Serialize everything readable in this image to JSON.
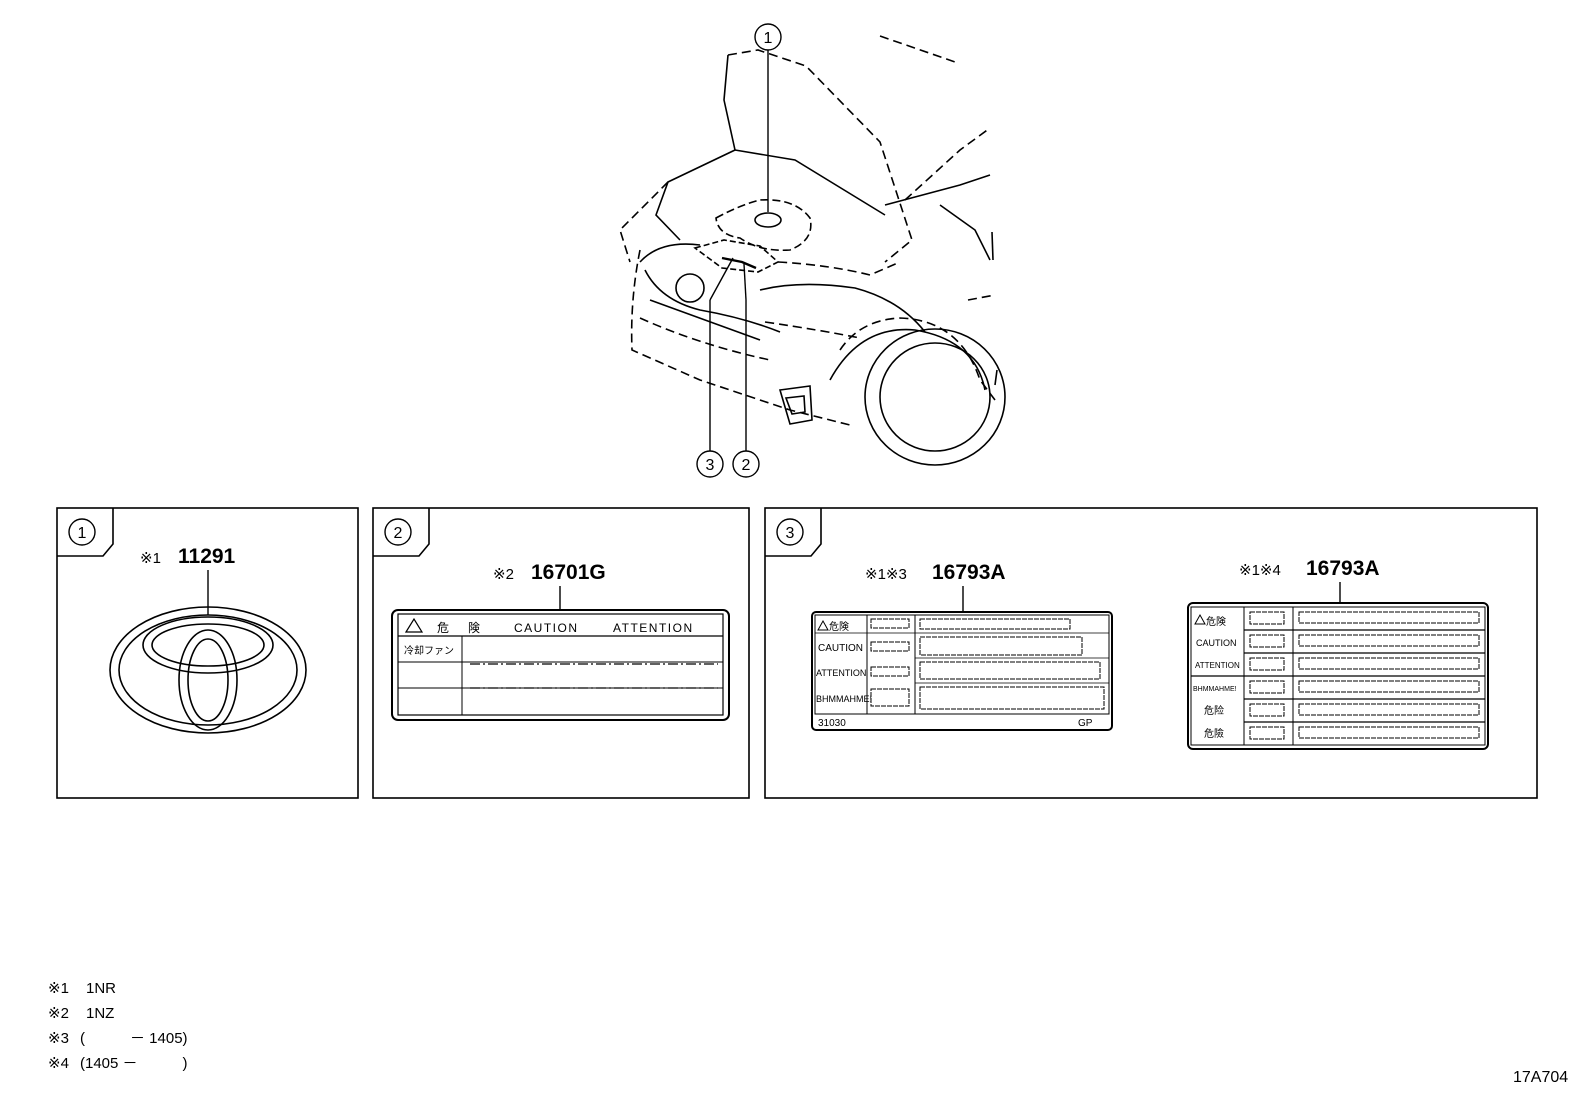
{
  "diagram_code": "17A704",
  "callouts": [
    "1",
    "2",
    "3"
  ],
  "panels": [
    {
      "index": "1",
      "parts": [
        {
          "mark": "※1",
          "number": "11291"
        }
      ]
    },
    {
      "index": "2",
      "parts": [
        {
          "mark": "※2",
          "number": "16701G"
        }
      ],
      "label": {
        "header": [
          "危",
          "険",
          "CAUTION",
          "ATTENTION"
        ],
        "row1": "冷却ファン"
      }
    },
    {
      "index": "3",
      "parts": [
        {
          "mark": "※1※3",
          "number": "16793A"
        },
        {
          "mark": "※1※4",
          "number": "16793A"
        }
      ],
      "label_a": {
        "rows": [
          "危険",
          "CAUTION",
          "ATTENTION",
          "BHMMAHME!"
        ],
        "footer_left": "31030",
        "footer_right": "GP"
      },
      "label_b": {
        "rows": [
          "危険",
          "CAUTION",
          "ATTENTION",
          "BHMMAHME!",
          "危险",
          "危險"
        ]
      }
    }
  ],
  "notes": [
    {
      "mark": "※1",
      "text": "1NR"
    },
    {
      "mark": "※2",
      "text": "1NZ"
    },
    {
      "mark": "※3",
      "text": "(　　　－ 1405)"
    },
    {
      "mark": "※4",
      "text": "(1405 －　　　)"
    }
  ]
}
